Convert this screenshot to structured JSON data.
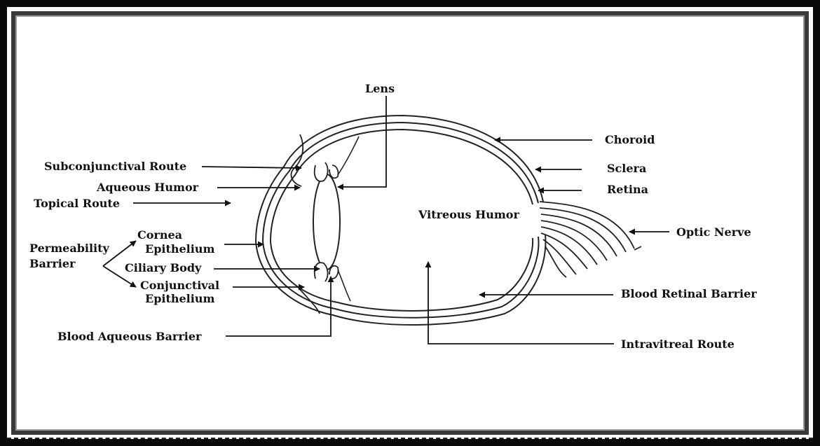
{
  "labels": {
    "lens": "Lens",
    "choroid": "Choroid",
    "sclera": "Sclera",
    "retina": "Retina",
    "optic_nerve": "Optic Nerve",
    "vitreous_humor": "Vitreous Humor",
    "blood_retinal_barrier": "Blood Retinal Barrier",
    "intravitreal_route": "Intravitreal Route",
    "subconjunctival_route": "Subconjunctival Route",
    "aqueous_humor": "Aqueous Humor",
    "topical_route": "Topical Route",
    "permeability": "Permeability",
    "barrier": "Barrier",
    "cornea": "Cornea",
    "cornea_epithelium": "Epithelium",
    "ciliary_body": "Ciliary Body",
    "conjunctival": "Conjunctival",
    "conjunctival_epithelium": "Epithelium",
    "blood_aqueous_barrier": "Blood Aqueous Barrier"
  }
}
